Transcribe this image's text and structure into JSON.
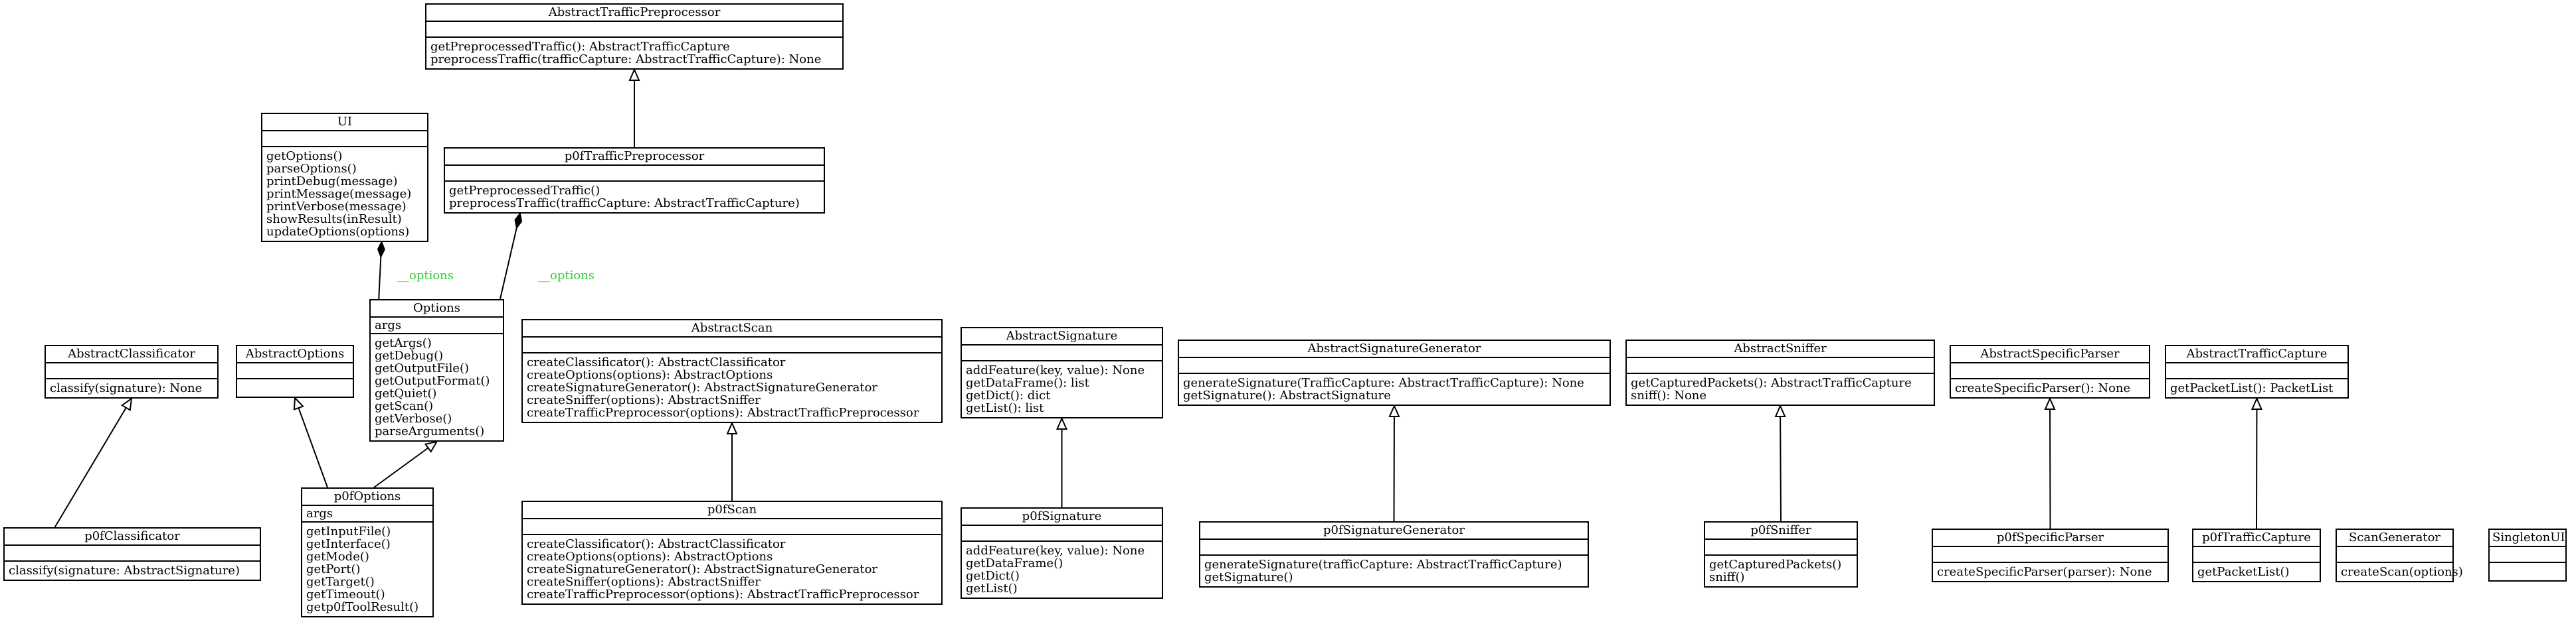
{
  "classes": {
    "atp": {
      "name": "AbstractTrafficPreprocessor",
      "attrs": [],
      "ops": [
        "getPreprocessedTraffic(): AbstractTrafficCapture",
        "preprocessTraffic(trafficCapture: AbstractTrafficCapture): None"
      ]
    },
    "ui": {
      "name": "UI",
      "attrs": [],
      "ops": [
        "getOptions()",
        "parseOptions()",
        "printDebug(message)",
        "printMessage(message)",
        "printVerbose(message)",
        "showResults(inResult)",
        "updateOptions(options)"
      ]
    },
    "p0ftp": {
      "name": "p0fTrafficPreprocessor",
      "attrs": [],
      "ops": [
        "getPreprocessedTraffic()",
        "preprocessTraffic(trafficCapture: AbstractTrafficCapture)"
      ]
    },
    "options": {
      "name": "Options",
      "attrs": [
        "args"
      ],
      "ops": [
        "getArgs()",
        "getDebug()",
        "getOutputFile()",
        "getOutputFormat()",
        "getQuiet()",
        "getScan()",
        "getVerbose()",
        "parseArguments()"
      ]
    },
    "aclass": {
      "name": "AbstractClassificator",
      "attrs": [],
      "ops": [
        "classify(signature): None"
      ]
    },
    "aopts": {
      "name": "AbstractOptions",
      "attrs": [],
      "ops": []
    },
    "ascan": {
      "name": "AbstractScan",
      "attrs": [],
      "ops": [
        "createClassificator(): AbstractClassificator",
        "createOptions(options): AbstractOptions",
        "createSignatureGenerator(): AbstractSignatureGenerator",
        "createSniffer(options): AbstractSniffer",
        "createTrafficPreprocessor(options): AbstractTrafficPreprocessor"
      ]
    },
    "asig": {
      "name": "AbstractSignature",
      "attrs": [],
      "ops": [
        "addFeature(key, value): None",
        "getDataFrame(): list",
        "getDict(): dict",
        "getList(): list"
      ]
    },
    "asiggen": {
      "name": "AbstractSignatureGenerator",
      "attrs": [],
      "ops": [
        "generateSignature(TrafficCapture: AbstractTrafficCapture): None",
        "getSignature(): AbstractSignature"
      ]
    },
    "asniff": {
      "name": "AbstractSniffer",
      "attrs": [],
      "ops": [
        "getCapturedPackets(): AbstractTrafficCapture",
        "sniff(): None"
      ]
    },
    "aspars": {
      "name": "AbstractSpecificParser",
      "attrs": [],
      "ops": [
        "createSpecificParser(): None"
      ]
    },
    "atcap": {
      "name": "AbstractTrafficCapture",
      "attrs": [],
      "ops": [
        "getPacketList(): PacketList"
      ]
    },
    "p0fclass": {
      "name": "p0fClassificator",
      "attrs": [],
      "ops": [
        "classify(signature: AbstractSignature)"
      ]
    },
    "p0fopts": {
      "name": "p0fOptions",
      "attrs": [
        "args"
      ],
      "ops": [
        "getInputFile()",
        "getInterface()",
        "getMode()",
        "getPort()",
        "getTarget()",
        "getTimeout()",
        "getp0fToolResult()"
      ]
    },
    "p0fscan": {
      "name": "p0fScan",
      "attrs": [],
      "ops": [
        "createClassificator(): AbstractClassificator",
        "createOptions(options): AbstractOptions",
        "createSignatureGenerator(): AbstractSignatureGenerator",
        "createSniffer(options): AbstractSniffer",
        "createTrafficPreprocessor(options): AbstractTrafficPreprocessor"
      ]
    },
    "p0fsig": {
      "name": "p0fSignature",
      "attrs": [],
      "ops": [
        "addFeature(key, value): None",
        "getDataFrame()",
        "getDict()",
        "getList()"
      ]
    },
    "p0fsiggen": {
      "name": "p0fSignatureGenerator",
      "attrs": [],
      "ops": [
        "generateSignature(trafficCapture: AbstractTrafficCapture)",
        "getSignature()"
      ]
    },
    "p0fsniff": {
      "name": "p0fSniffer",
      "attrs": [],
      "ops": [
        "getCapturedPackets()",
        "sniff()"
      ]
    },
    "p0fspars": {
      "name": "p0fSpecificParser",
      "attrs": [],
      "ops": [
        "createSpecificParser(parser): None"
      ]
    },
    "p0ftcap": {
      "name": "p0fTrafficCapture",
      "attrs": [],
      "ops": [
        "getPacketList()"
      ]
    },
    "scangen": {
      "name": "ScanGenerator",
      "attrs": [],
      "ops": [
        "createScan(options)"
      ]
    },
    "singui": {
      "name": "SingletonUI",
      "attrs": [],
      "ops": []
    }
  },
  "labels": {
    "options_ui": "__options",
    "options_p0ftp": "__options"
  },
  "colors": {
    "label": "#33cc33",
    "line": "#000000"
  }
}
